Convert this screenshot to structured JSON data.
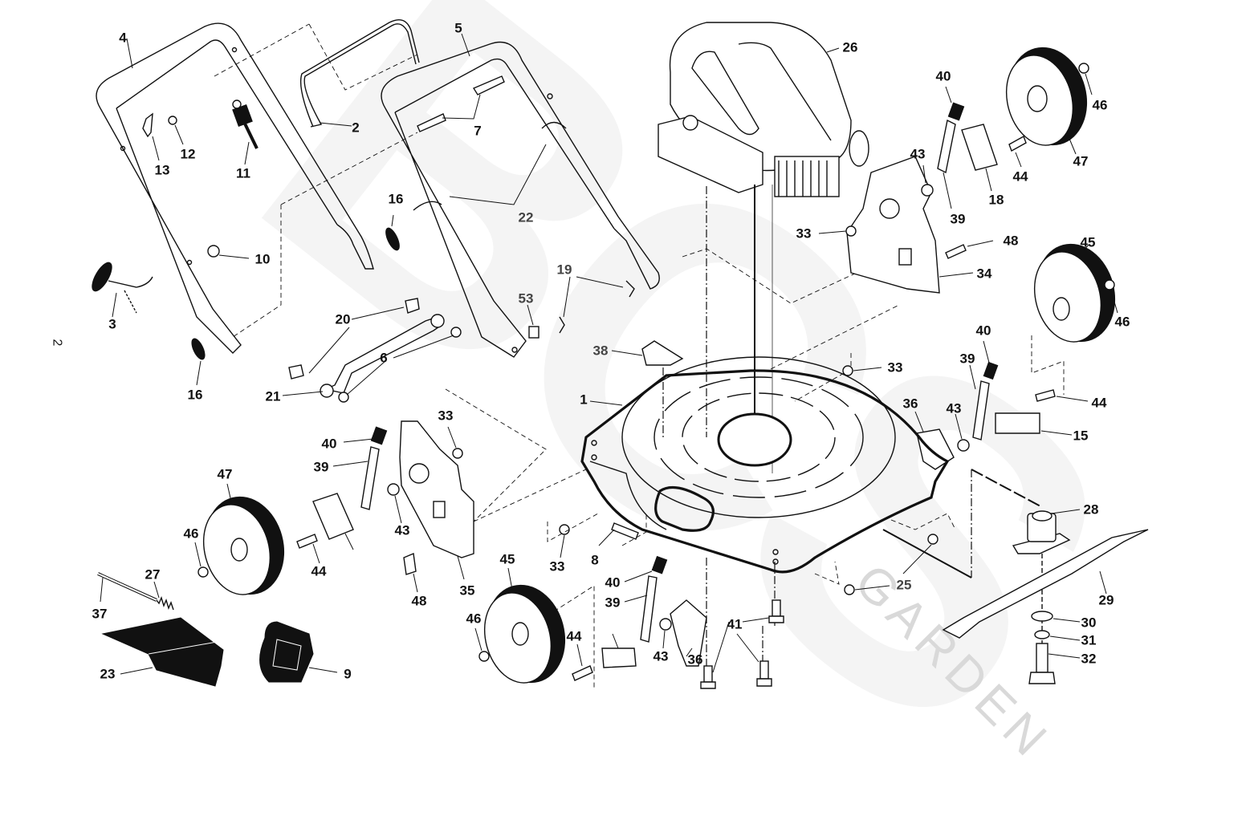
{
  "diagram": {
    "title": "Lawn mower exploded parts diagram",
    "page_number": "2",
    "watermark": {
      "brand": "BCS",
      "subtext": "GARDEN"
    }
  },
  "callouts": [
    {
      "id": "c1",
      "label": "1",
      "part": "deck"
    },
    {
      "id": "c2",
      "label": "2",
      "part": "control-bar"
    },
    {
      "id": "c3",
      "label": "3",
      "part": "knob-with-cable"
    },
    {
      "id": "c4",
      "label": "4",
      "part": "upper-handle"
    },
    {
      "id": "c5",
      "label": "5",
      "part": "lower-handle"
    },
    {
      "id": "c6",
      "label": "6",
      "part": "nut"
    },
    {
      "id": "c7",
      "label": "7",
      "part": "bolt"
    },
    {
      "id": "c8",
      "label": "8",
      "part": "bracket"
    },
    {
      "id": "c9",
      "label": "9",
      "part": "rear-flap"
    },
    {
      "id": "c10",
      "label": "10",
      "part": "nut"
    },
    {
      "id": "c11",
      "label": "11",
      "part": "engine-control-cable"
    },
    {
      "id": "c12",
      "label": "12",
      "part": "bolt"
    },
    {
      "id": "c13",
      "label": "13",
      "part": "cable-clip"
    },
    {
      "id": "c15",
      "label": "15",
      "part": "wheel-bracket"
    },
    {
      "id": "c16a",
      "label": "16",
      "part": "knob"
    },
    {
      "id": "c16b",
      "label": "16",
      "part": "knob"
    },
    {
      "id": "c18",
      "label": "18",
      "part": "wheel-bracket"
    },
    {
      "id": "c19",
      "label": "19",
      "part": "hairpin-clip"
    },
    {
      "id": "c20",
      "label": "20",
      "part": "shoulder-bolt"
    },
    {
      "id": "c21",
      "label": "21",
      "part": "handle-bracket"
    },
    {
      "id": "c22",
      "label": "22",
      "part": "cable-tie"
    },
    {
      "id": "c23",
      "label": "23",
      "part": "discharge-chute"
    },
    {
      "id": "c25",
      "label": "25",
      "part": "nut"
    },
    {
      "id": "c26",
      "label": "26",
      "part": "engine"
    },
    {
      "id": "c27",
      "label": "27",
      "part": "spring"
    },
    {
      "id": "c28",
      "label": "28",
      "part": "blade-adapter"
    },
    {
      "id": "c29",
      "label": "29",
      "part": "blade"
    },
    {
      "id": "c30",
      "label": "30",
      "part": "washer"
    },
    {
      "id": "c31",
      "label": "31",
      "part": "lock-washer"
    },
    {
      "id": "c32",
      "label": "32",
      "part": "blade-bolt"
    },
    {
      "id": "c33a",
      "label": "33",
      "part": "nut"
    },
    {
      "id": "c33b",
      "label": "33",
      "part": "nut"
    },
    {
      "id": "c33c",
      "label": "33",
      "part": "nut"
    },
    {
      "id": "c33d",
      "label": "33",
      "part": "nut"
    },
    {
      "id": "c34",
      "label": "34",
      "part": "rear-height-plate"
    },
    {
      "id": "c35",
      "label": "35",
      "part": "rear-height-plate"
    },
    {
      "id": "c36a",
      "label": "36",
      "part": "height-adjuster"
    },
    {
      "id": "c36b",
      "label": "36",
      "part": "height-adjuster"
    },
    {
      "id": "c37",
      "label": "37",
      "part": "hinge-rod"
    },
    {
      "id": "c38",
      "label": "38",
      "part": "baffle"
    },
    {
      "id": "c39a",
      "label": "39",
      "part": "height-lever"
    },
    {
      "id": "c39b",
      "label": "39",
      "part": "height-lever"
    },
    {
      "id": "c39c",
      "label": "39",
      "part": "height-lever"
    },
    {
      "id": "c39d",
      "label": "39",
      "part": "height-lever"
    },
    {
      "id": "c40a",
      "label": "40",
      "part": "lever-knob"
    },
    {
      "id": "c40b",
      "label": "40",
      "part": "lever-knob"
    },
    {
      "id": "c40c",
      "label": "40",
      "part": "lever-knob"
    },
    {
      "id": "c40d",
      "label": "40",
      "part": "lever-knob"
    },
    {
      "id": "c41",
      "label": "41",
      "part": "engine-bolt"
    },
    {
      "id": "c43a",
      "label": "43",
      "part": "spacer"
    },
    {
      "id": "c43b",
      "label": "43",
      "part": "spacer"
    },
    {
      "id": "c43c",
      "label": "43",
      "part": "spacer"
    },
    {
      "id": "c43d",
      "label": "43",
      "part": "spacer"
    },
    {
      "id": "c44a",
      "label": "44",
      "part": "bolt"
    },
    {
      "id": "c44b",
      "label": "44",
      "part": "bolt"
    },
    {
      "id": "c44c",
      "label": "44",
      "part": "bolt"
    },
    {
      "id": "c44d",
      "label": "44",
      "part": "bolt"
    },
    {
      "id": "c45a",
      "label": "45",
      "part": "front-wheel"
    },
    {
      "id": "c45b",
      "label": "45",
      "part": "front-wheel"
    },
    {
      "id": "c46a",
      "label": "46",
      "part": "wheel-nut"
    },
    {
      "id": "c46b",
      "label": "46",
      "part": "wheel-nut"
    },
    {
      "id": "c46c",
      "label": "46",
      "part": "wheel-nut"
    },
    {
      "id": "c46d",
      "label": "46",
      "part": "wheel-nut"
    },
    {
      "id": "c47a",
      "label": "47",
      "part": "rear-wheel"
    },
    {
      "id": "c47b",
      "label": "47",
      "part": "rear-wheel"
    },
    {
      "id": "c48a",
      "label": "48",
      "part": "bolt"
    },
    {
      "id": "c48b",
      "label": "48",
      "part": "bolt"
    },
    {
      "id": "c53",
      "label": "53",
      "part": "cable-guide"
    }
  ]
}
